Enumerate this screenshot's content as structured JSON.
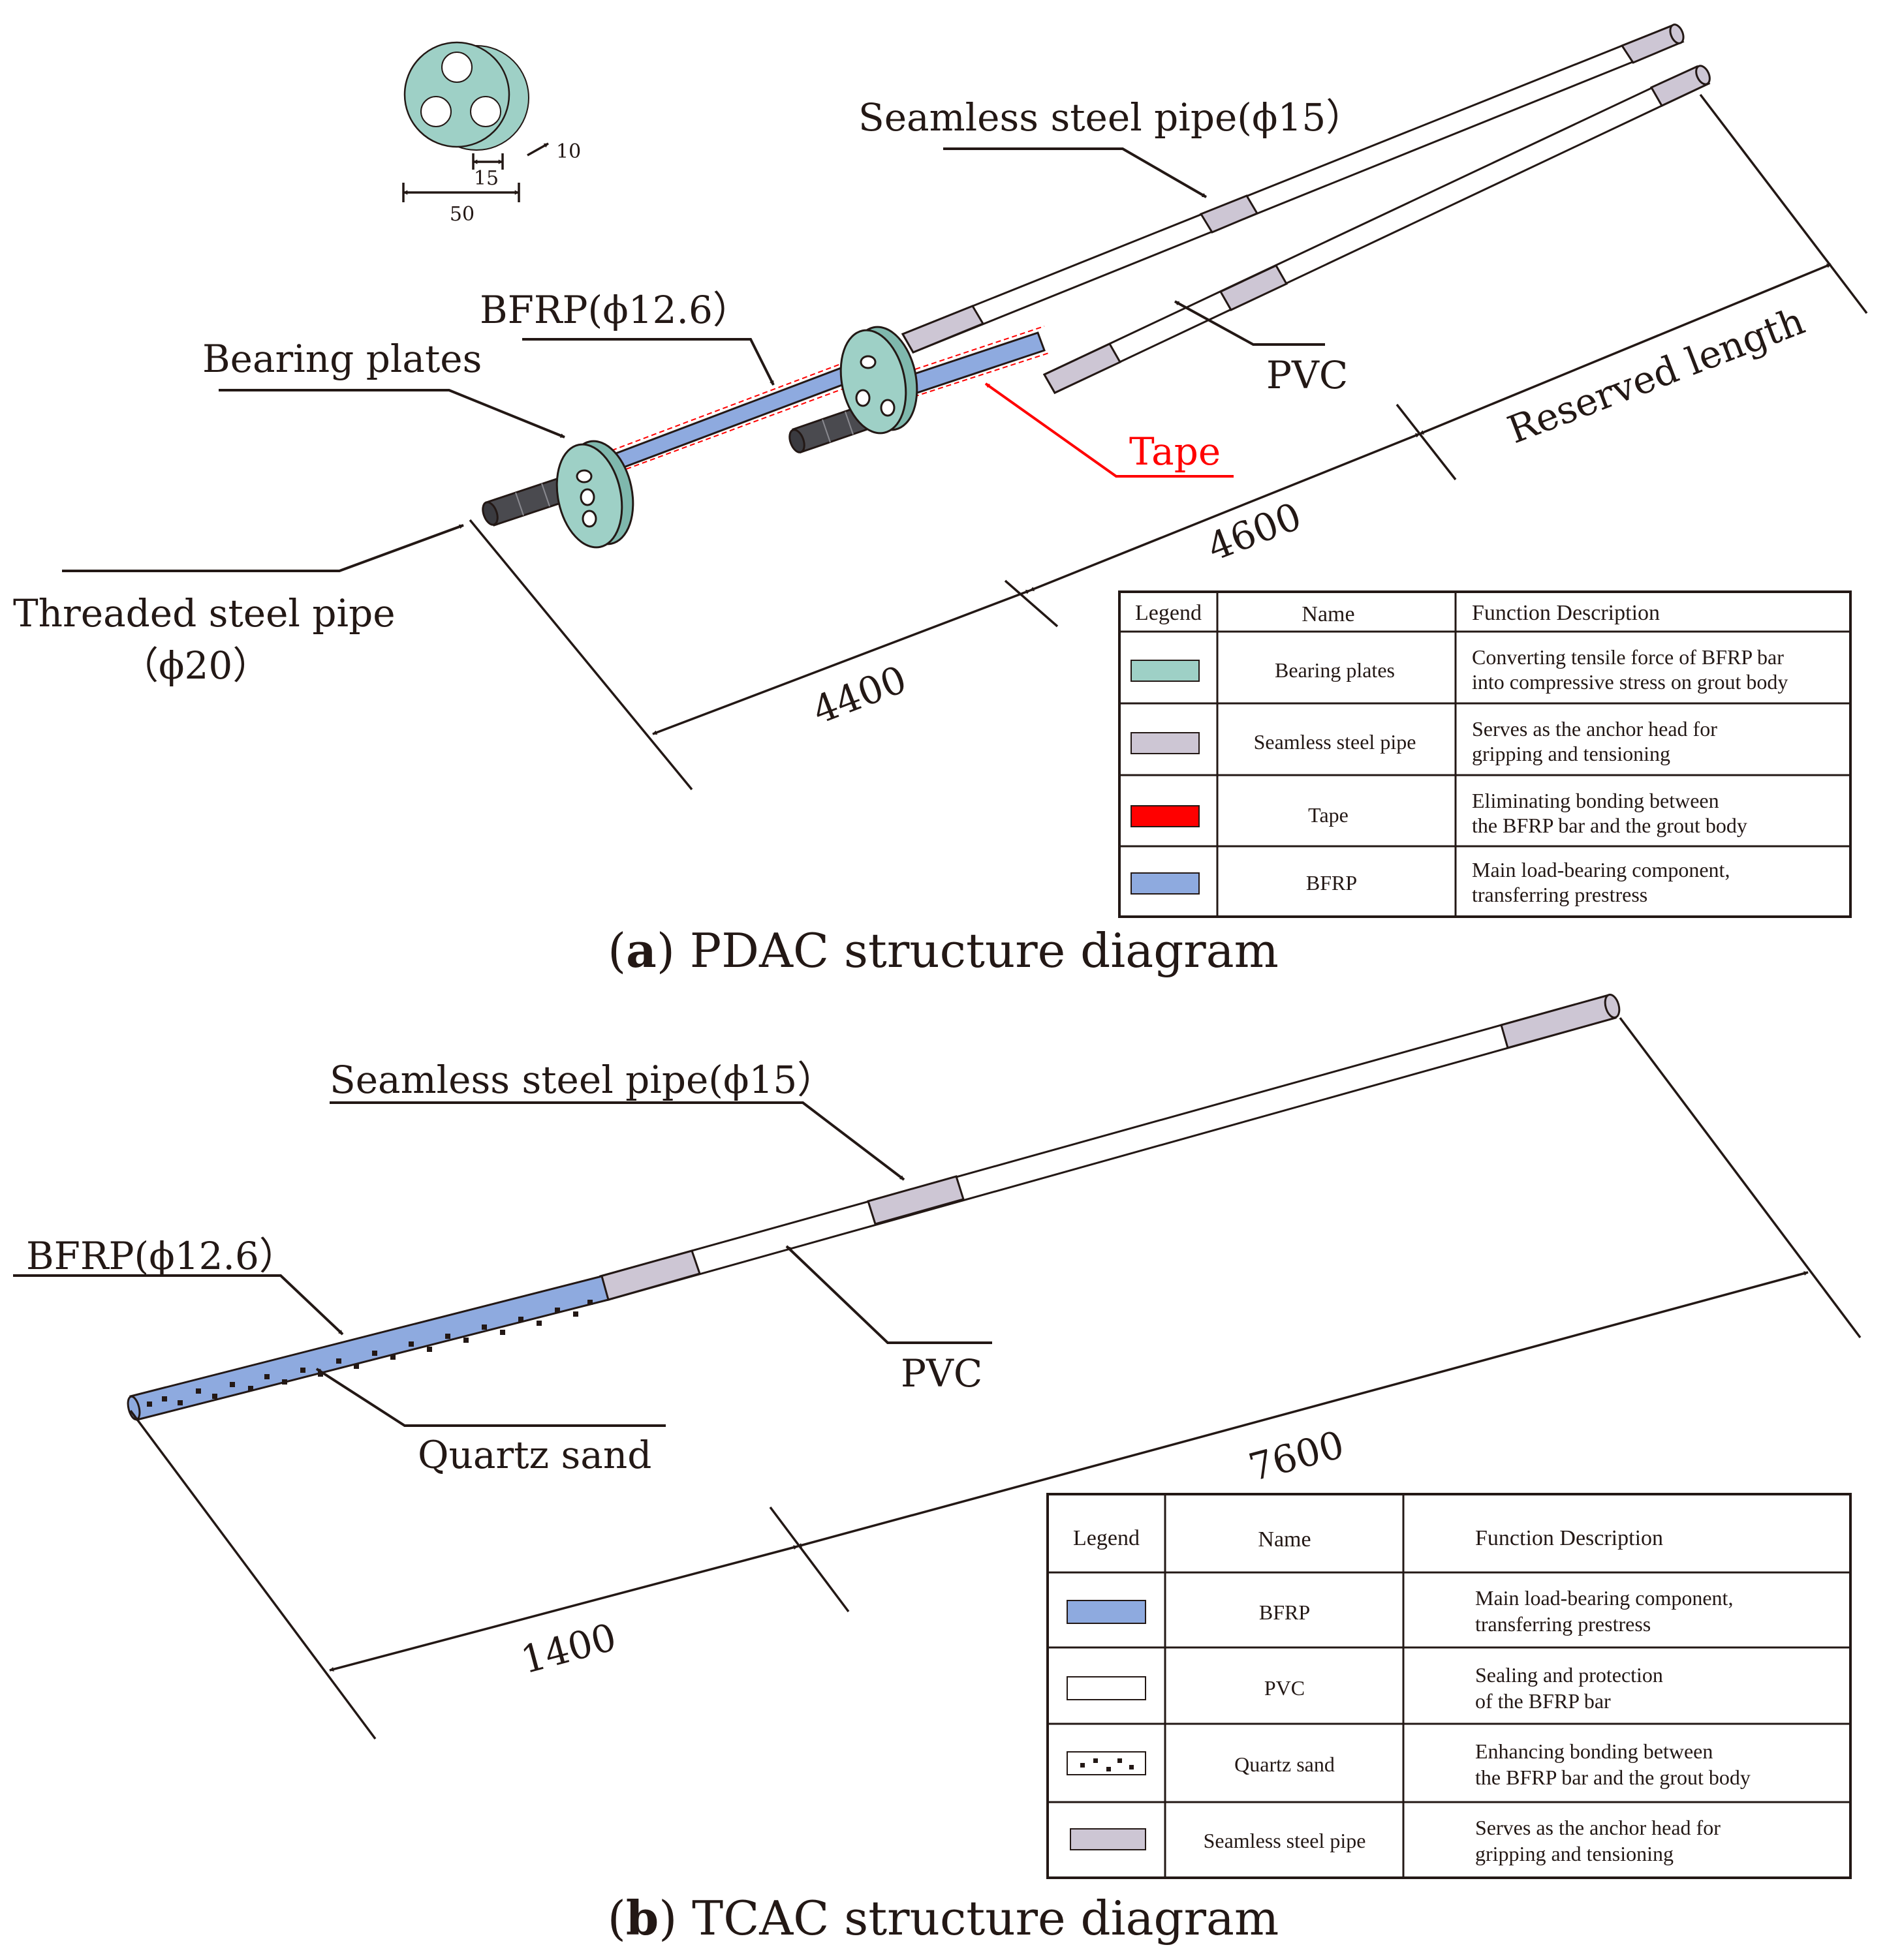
{
  "colors": {
    "bearing_plate": "#9ed0c6",
    "seamless_steel": "#cdc6d4",
    "tape": "#ff0000",
    "bfrp": "#8eaadf",
    "pvc": "#ffffff",
    "threaded_steel": "#4a4a4f",
    "outline": "#231815"
  },
  "panel_a": {
    "caption_letter": "a",
    "caption_text": " PDAC structure diagram",
    "plate_dims": {
      "d1": "10",
      "d2": "15",
      "d3": "50"
    },
    "labels": {
      "seamless": "Seamless steel pipe(ϕ15）",
      "bfrp": "BFRP(ϕ12.6）",
      "bearing": "Bearing plates",
      "pvc": "PVC",
      "tape": "Tape",
      "threaded_1": "Threaded steel pipe",
      "threaded_2": "（ϕ20）",
      "dim_4400": "4400",
      "dim_4600": "4600",
      "reserved": "Reserved length"
    },
    "table": {
      "headers": [
        "Legend",
        "Name",
        "Function Description"
      ],
      "rows": [
        {
          "name": "Bearing plates",
          "desc1": "Converting tensile force of BFRP bar",
          "desc2": "into compressive stress on grout body"
        },
        {
          "name": "Seamless steel pipe",
          "desc1": "Serves as the anchor head for",
          "desc2": "gripping and tensioning"
        },
        {
          "name": "Tape",
          "desc1": "Eliminating bonding between",
          "desc2": "the BFRP bar and the grout body"
        },
        {
          "name": "BFRP",
          "desc1": "Main load-bearing component,",
          "desc2": "transferring prestress"
        }
      ]
    }
  },
  "panel_b": {
    "caption_letter": "b",
    "caption_text": " TCAC structure diagram",
    "labels": {
      "seamless": "Seamless steel pipe(ϕ15）",
      "bfrp": "BFRP(ϕ12.6）",
      "pvc": "PVC",
      "quartz": "Quartz sand",
      "dim_1400": "1400",
      "dim_7600": "7600"
    },
    "table": {
      "headers": [
        "Legend",
        "Name",
        "Function Description"
      ],
      "rows": [
        {
          "name": "BFRP",
          "desc1": "Main load-bearing component,",
          "desc2": "transferring prestress"
        },
        {
          "name": "PVC",
          "desc1": "Sealing and protection",
          "desc2": "of the BFRP bar"
        },
        {
          "name": "Quartz sand",
          "desc1": "Enhancing bonding between",
          "desc2": "the BFRP bar and the grout body"
        },
        {
          "name": "Seamless steel pipe",
          "desc1": "Serves as the anchor head for",
          "desc2": "gripping and tensioning"
        }
      ]
    }
  }
}
